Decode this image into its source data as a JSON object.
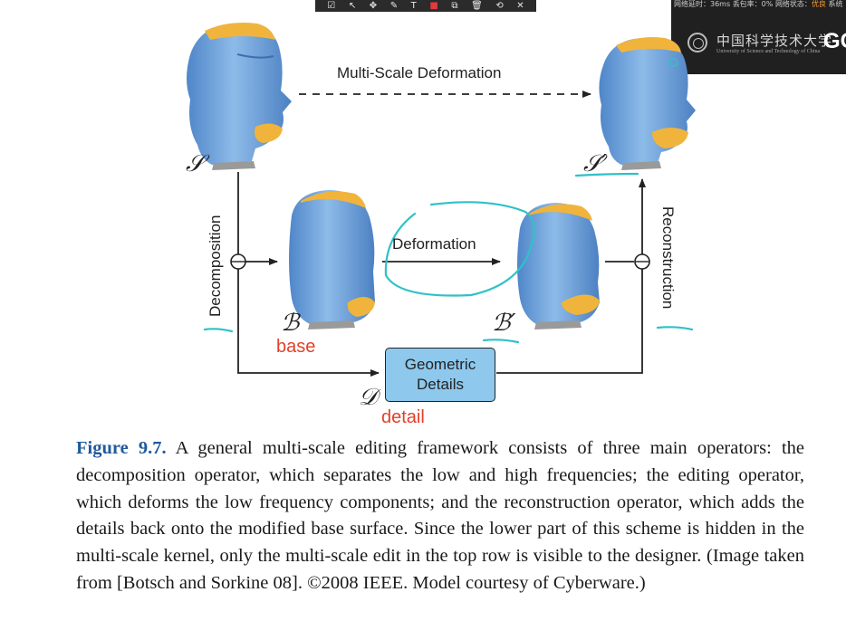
{
  "toolbar": {
    "icons": [
      "check-icon",
      "cursor-icon",
      "move-icon",
      "pen-icon",
      "text-icon",
      "color-icon",
      "copy-icon",
      "trash-icon",
      "rotate-icon",
      "close-icon"
    ],
    "glyphs": [
      "☑",
      "↖",
      "✥",
      "✎",
      "T",
      "■",
      "⧉",
      "🗑",
      "⟲",
      "✕"
    ],
    "accent": "#e23a3a"
  },
  "network": {
    "latency_label": "网络延时：36ms",
    "loss_label": "丢包率：0%",
    "status_label": "网络状态：",
    "status_value": "优良",
    "extra": "系统"
  },
  "logo": {
    "cn": "中国科学技术大学",
    "en": "University of Science and Technology of China",
    "gc": "GC"
  },
  "figure": {
    "top_label": "Multi-Scale Deformation",
    "middle_label": "Deformation",
    "left_label": "Decomposition",
    "right_label": "Reconstruction",
    "box_line1": "Geometric",
    "box_line2": "Details",
    "sym_S": "𝒮",
    "sym_Sprime": "𝒮′",
    "sym_B": "ℬ",
    "sym_Bprime": "ℬ′",
    "sym_D": "𝒟",
    "note_base": "base",
    "note_detail": "detail",
    "colors": {
      "skin": "#6fa3dd",
      "hair": "#f0b43c",
      "box": "#8ec8ec",
      "pen": "#2fc1c6",
      "note": "#e2402a"
    }
  },
  "caption": {
    "label": "Figure 9.7.",
    "text": "A general multi-scale editing framework consists of three main operators: the decomposition operator, which separates the low and high frequencies; the editing operator, which deforms the low frequency components; and the reconstruction operator, which adds the details back onto the modified base surface. Since the lower part of this scheme is hidden in the multi-scale kernel, only the multi-scale edit in the top row is visible to the designer. (Image taken from [Botsch and Sorkine 08]. ©2008 IEEE. Model courtesy of Cyberware.)"
  }
}
